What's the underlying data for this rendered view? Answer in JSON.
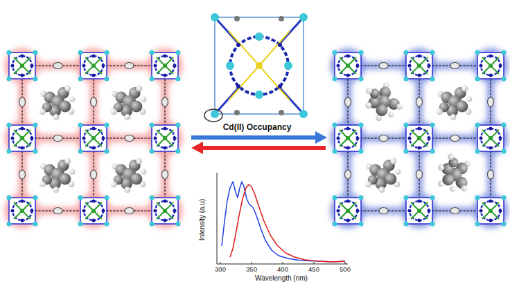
{
  "diagram": {
    "labels": [
      "Cd(II) Occupancy",
      "Intensity (a.u)",
      "Wavelength (nm)",
      "300",
      "350",
      "400",
      "450",
      "500"
    ]
  }
}
